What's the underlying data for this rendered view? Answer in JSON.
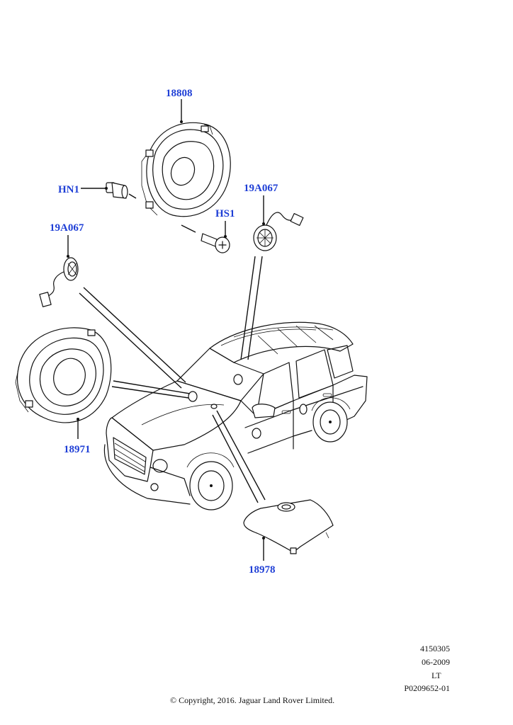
{
  "callouts": {
    "c18808": "18808",
    "hn1": "HN1",
    "hs1": "HS1",
    "c19a067_right": "19A067",
    "c19a067_left": "19A067",
    "c18971": "18971",
    "c18978": "18978"
  },
  "footer": {
    "code1": "4150305",
    "date": "06-2009",
    "lt": "LT",
    "ref": "P0209652-01",
    "copyright": "© Copyright, 2016. Jaguar Land Rover Limited."
  },
  "colors": {
    "callout": "#1f3fd6",
    "linework": "#111111",
    "background": "#ffffff"
  }
}
